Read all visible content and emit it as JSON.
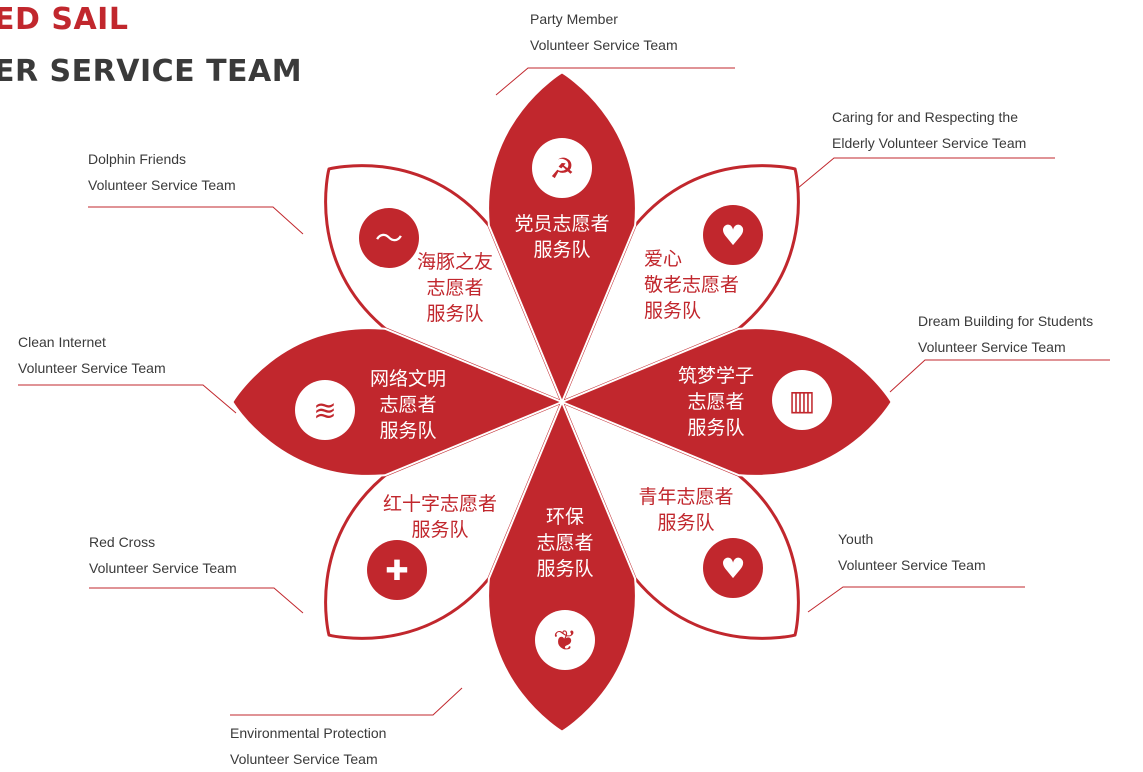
{
  "header": {
    "title_line1": "ED SAIL",
    "title_line2": "ER SERVICE TEAM"
  },
  "colors": {
    "accent": "#c1272d",
    "text": "#3a3a3a",
    "line": "#c1272d"
  },
  "teams": [
    {
      "id": "party",
      "zh": [
        "党员志愿者",
        "服务队"
      ],
      "en": [
        "Party Member",
        "Volunteer Service Team"
      ],
      "icon": "hammer-sickle-icon",
      "filled": true
    },
    {
      "id": "elderly",
      "zh": [
        "爱心",
        "敬老志愿者",
        "服务队"
      ],
      "en": [
        "Caring for and Respecting the",
        "Elderly Volunteer Service Team"
      ],
      "icon": "family-heart-icon",
      "filled": false
    },
    {
      "id": "dream",
      "zh": [
        "筑梦学子",
        "志愿者",
        "服务队"
      ],
      "en": [
        "Dream Building for Students",
        "Volunteer Service Team"
      ],
      "icon": "open-book-icon",
      "filled": true
    },
    {
      "id": "youth",
      "zh": [
        "青年志愿者",
        "服务队"
      ],
      "en": [
        "Youth",
        "Volunteer Service Team"
      ],
      "icon": "hand-heart-icon",
      "filled": false
    },
    {
      "id": "environment",
      "zh": [
        "环保",
        "志愿者",
        "服务队"
      ],
      "en": [
        "Environmental Protection",
        "Volunteer Service Team"
      ],
      "icon": "leaf-sprout-icon",
      "filled": true
    },
    {
      "id": "redcross",
      "zh": [
        "红十字志愿者",
        "服务队"
      ],
      "en": [
        "Red Cross",
        "Volunteer Service Team"
      ],
      "icon": "red-cross-icon",
      "filled": false
    },
    {
      "id": "internet",
      "zh": [
        "网络文明",
        "志愿者",
        "服务队"
      ],
      "en": [
        "Clean Internet",
        "Volunteer Service Team"
      ],
      "icon": "wifi-hand-icon",
      "filled": true
    },
    {
      "id": "dolphin",
      "zh": [
        "海豚之友",
        "志愿者",
        "服务队"
      ],
      "en": [
        "Dolphin Friends",
        "Volunteer Service Team"
      ],
      "icon": "dolphin-icon",
      "filled": false
    }
  ]
}
